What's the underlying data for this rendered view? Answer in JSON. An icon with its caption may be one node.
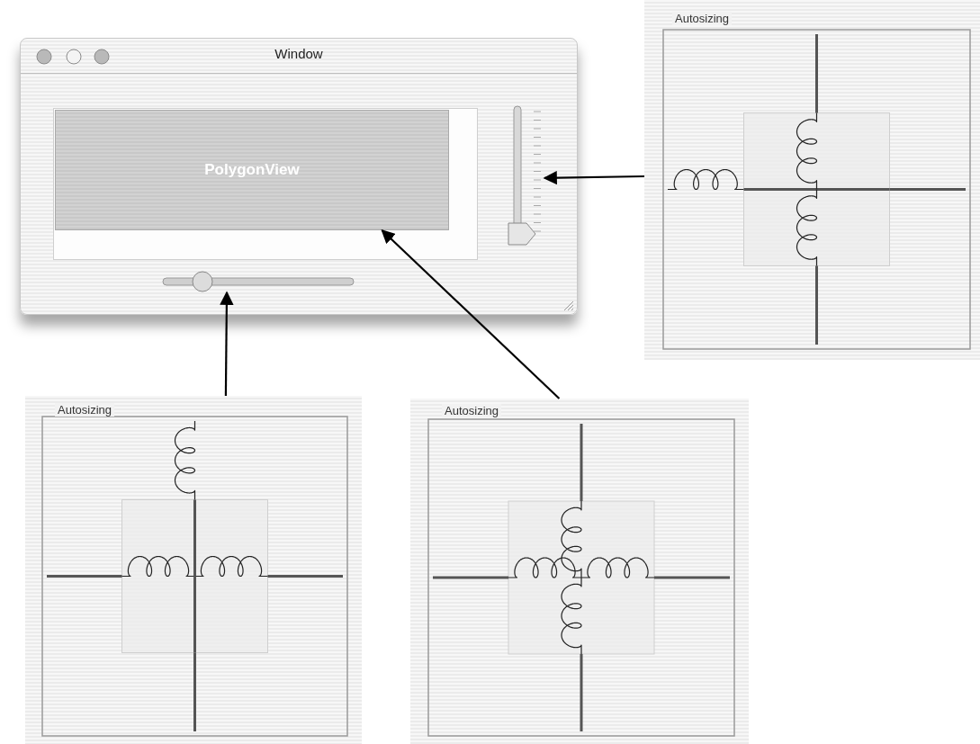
{
  "diagram": {
    "nodes": [
      {
        "text": [
          "Window"
        ]
      },
      {
        "text": [
          "PolygonView"
        ],
        "in": 0
      },
      {
        "text": [],
        "shape": "bar",
        "in": 0
      },
      {
        "text": [],
        "shape": "bar",
        "in": 0
      },
      {
        "text": [
          "Autosizing"
        ]
      },
      {
        "text": [
          "Autosizing"
        ]
      },
      {
        "text": [
          "Autosizing"
        ]
      }
    ],
    "edges": [
      {
        "from": 4,
        "to": 2,
        "arrow": "to"
      },
      {
        "from": 5,
        "to": 3,
        "arrow": "to"
      },
      {
        "from": 6,
        "to": 1,
        "arrow": "to"
      }
    ]
  }
}
